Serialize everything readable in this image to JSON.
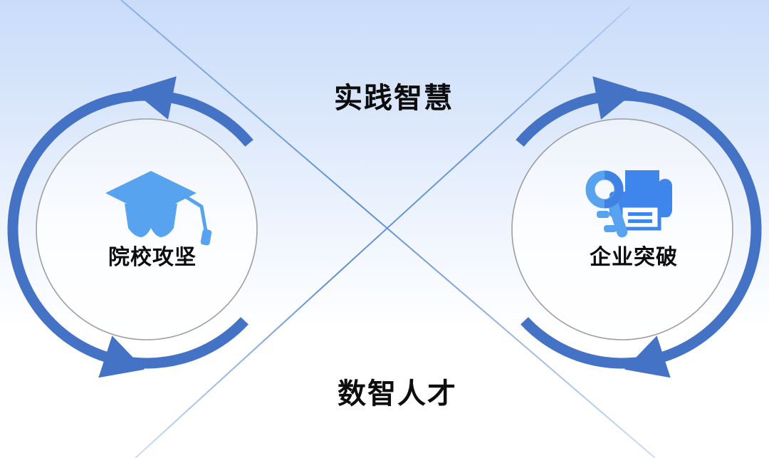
{
  "titles": {
    "top": "实践智慧",
    "bottom": "数智人才"
  },
  "nodes": [
    {
      "id": "left",
      "label": "院校攻坚",
      "icon": "graduation-cap-icon"
    },
    {
      "id": "right",
      "label": "企业突破",
      "icon": "key-printer-icon"
    }
  ],
  "colors": {
    "arc_blue": "#4472C4",
    "icon_light": "#57A3EF",
    "icon_dark": "#3E86EC",
    "line_blue": "#5f8fd4",
    "bg_top": "#c9dcfa",
    "text_color": "#0d0d0d",
    "circle_stroke": "#9e9e9e"
  }
}
